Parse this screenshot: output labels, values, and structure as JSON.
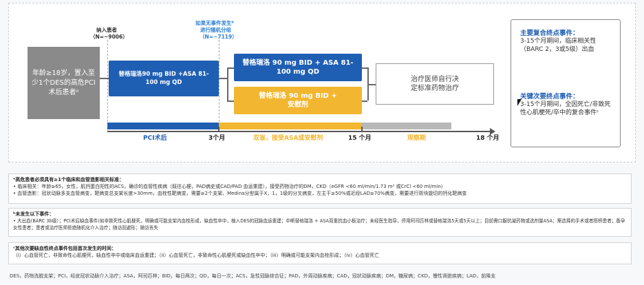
{
  "diagram": {
    "enroll_label": "纳入患者",
    "enroll_n": "（N=~9006）",
    "random_label_line1": "如果无事件发生ᵇ",
    "random_label_line2": "进行随机分组",
    "random_n": "（N=~7119）",
    "patient_box": "年龄≥18岁，置入至少1个DES的高危PCI术后患者ᵃ",
    "phase1_box": "替格瑞洛90 mg BID +ASA 81-100 mg QD",
    "arm_blue": "替格瑞洛 90 mg BID + ASA 81-100 mg QD",
    "arm_yellow": "替格瑞洛 90 mg BID + 安慰剂",
    "observe_box": "治疗医师自行决定标准药物治疗",
    "timeline": {
      "pci": "PCI术后",
      "m3": "3个月",
      "blind": "双盲，接受ASA或安慰剂",
      "m15": "15 个月",
      "observe": "观察期",
      "m18": "18 个月"
    },
    "primary_title": "主要复合终点事件：",
    "primary_text": "3-15个月期间，临床相关性（BARC 2，3或5级）出血",
    "secondary_title": "关键次要终点事件：",
    "secondary_text": "3-15个月期间，全因死亡/非致死性心肌梗死/卒中的复合事件ᶜ"
  },
  "notes": {
    "a_title": "ᵃ高危患者必须具有≥1个临床和血管造影相关标准：",
    "a_clinical": "• 临床相关：年龄≥65，女性，肌钙蛋白阳性的ACS，确诊的血管性疾病（既往心梗，PAD病史或CAD/PAD 血运重建），接受药物治疗的DM，CKD（eGFR <60 ml/min/1.73 m² 或CrCl <60 ml/min）",
    "a_angio": "• 血管造影：冠状动脉多支血管病变，靶病变总支架长度>30mm，血栓性靶病变，需要≥2个支架、Medina分型属于X，1，1级的分叉病变，左主干≥50%或近段LAD≥70%病变，需要进行斑块旋切的钙化靶病变",
    "b_title": "ᵇ未发生以下事件：",
    "b_text": "• 大出血(BARC 3b级）；PCI术后缺血事件(如非致死性心肌梗死，明确或可能支架内血栓形成，缺血性卒中，植入DES的冠脉血运重建；中断替格瑞洛 + ASA双重抗血小板治疗；未经医生指导，停用阿司匹林或替格瑞洛5天或5天以上；目前需口服抗凝药物或选剂量ASA；需选择的手术或者搭桥患者；备孕女性患者；患者或治疗医师拒绝随机化介入治疗；随访回避形；随访丢失",
    "c_title": "ᶜ其他次要缺血性终点事件包括首次发生的时间：",
    "c_text": "（i）心血管死亡，非致命性心肌梗死，缺血性卒中或临床血运重建；（ii）心血管死亡，非致命性心肌梗死或缺血性卒中；（iii）明确或可能支架内血栓形成；（iv）心血管死亡"
  },
  "footnote": "DES，药物洗脱支架；PCI，经皮冠状动脉介入治疗；ASA，阿司匹林；BID，每日两次；QD，每日一次；ACS，急性冠脉综合征；PAD，外周动脉疾病；CAD，冠状动脉疾病；DM，糖尿病；CKD，慢性肾脏疾病；LAD，前降支"
}
